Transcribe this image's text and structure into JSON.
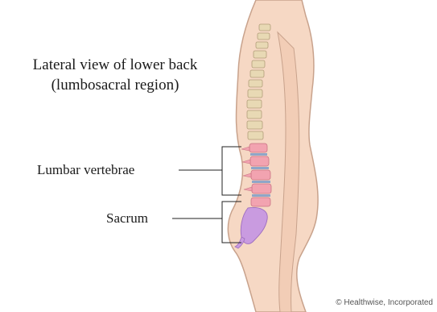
{
  "title": {
    "line1": "Lateral view of lower back",
    "line2": "(lumbosacral region)"
  },
  "labels": {
    "lumbar": "Lumbar vertebrae",
    "sacrum": "Sacrum"
  },
  "credit": "© Healthwise, Incorporated",
  "colors": {
    "skin": "#f6d8c4",
    "skin_outline": "#c8a28c",
    "vertebra": "#e8d9b4",
    "lumbar": "#f2a3b0",
    "disc": "#8fa6c8",
    "sacrum": "#c99be0",
    "leader": "#222222"
  }
}
